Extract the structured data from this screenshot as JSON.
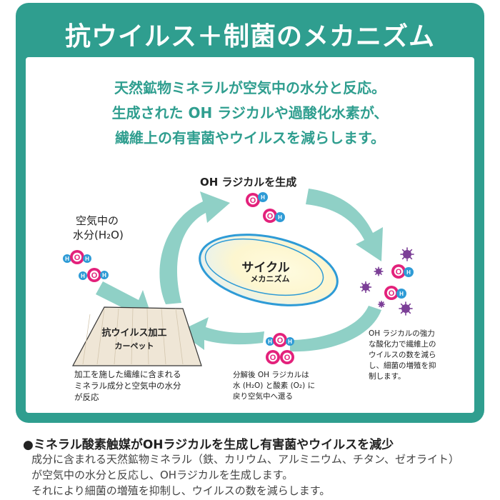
{
  "header": {
    "title": "抗ウイルス＋制菌のメカニズム"
  },
  "intro": {
    "lines": [
      "天然鉱物ミネラルが空気中の水分と反応。",
      "生成された OH ラジカルや過酸化水素が、",
      "繊維上の有害菌やウイルスを減らします。"
    ]
  },
  "diagram": {
    "top_label": "OH ラジカルを生成",
    "air_label_1": "空気中の",
    "air_label_2": "水分(H₂O)",
    "cycle_title": "サイクル",
    "cycle_subtitle": "メカニズム",
    "carpet_label_1": "抗ウイルス加工",
    "carpet_label_2": "カーペット",
    "carpet_caption": [
      "加工を施した繊維に含まれる",
      "ミネラル成分と空気中の水分",
      "が反応"
    ],
    "bottom_caption": [
      "分解後 OH ラジカルは",
      "水 (H₂O) と酸素 (O₂) に",
      "戻り空気中へ還る"
    ],
    "right_caption": [
      "OH ラジカルの強力",
      "な酸化力で繊維上の",
      "ウイルスの数を減ら",
      "し、細菌の増殖を抑",
      "制します。"
    ],
    "atom_O": "O",
    "atom_H": "H"
  },
  "footer": {
    "title": "●ミネラル酸素触媒がOHラジカルを生成し有害菌やウイルスを減少",
    "lines": [
      "成分に含まれる天然鉱物ミネラル（鉄、カリウム、アルミニウム、チタン、ゼオライト）",
      "が空気中の水分と反応し、OHラジカルを生成します。",
      "それにより細菌の増殖を抑制し、ウイルスの数を減らします。"
    ]
  },
  "colors": {
    "teal": "#2f9e8f",
    "arrow": "#8fd0c6",
    "oxygen": "#e3217b",
    "hydrogen": "#2e9bd6",
    "virus": "#7c3f97",
    "carpet": "#efe6d6"
  }
}
